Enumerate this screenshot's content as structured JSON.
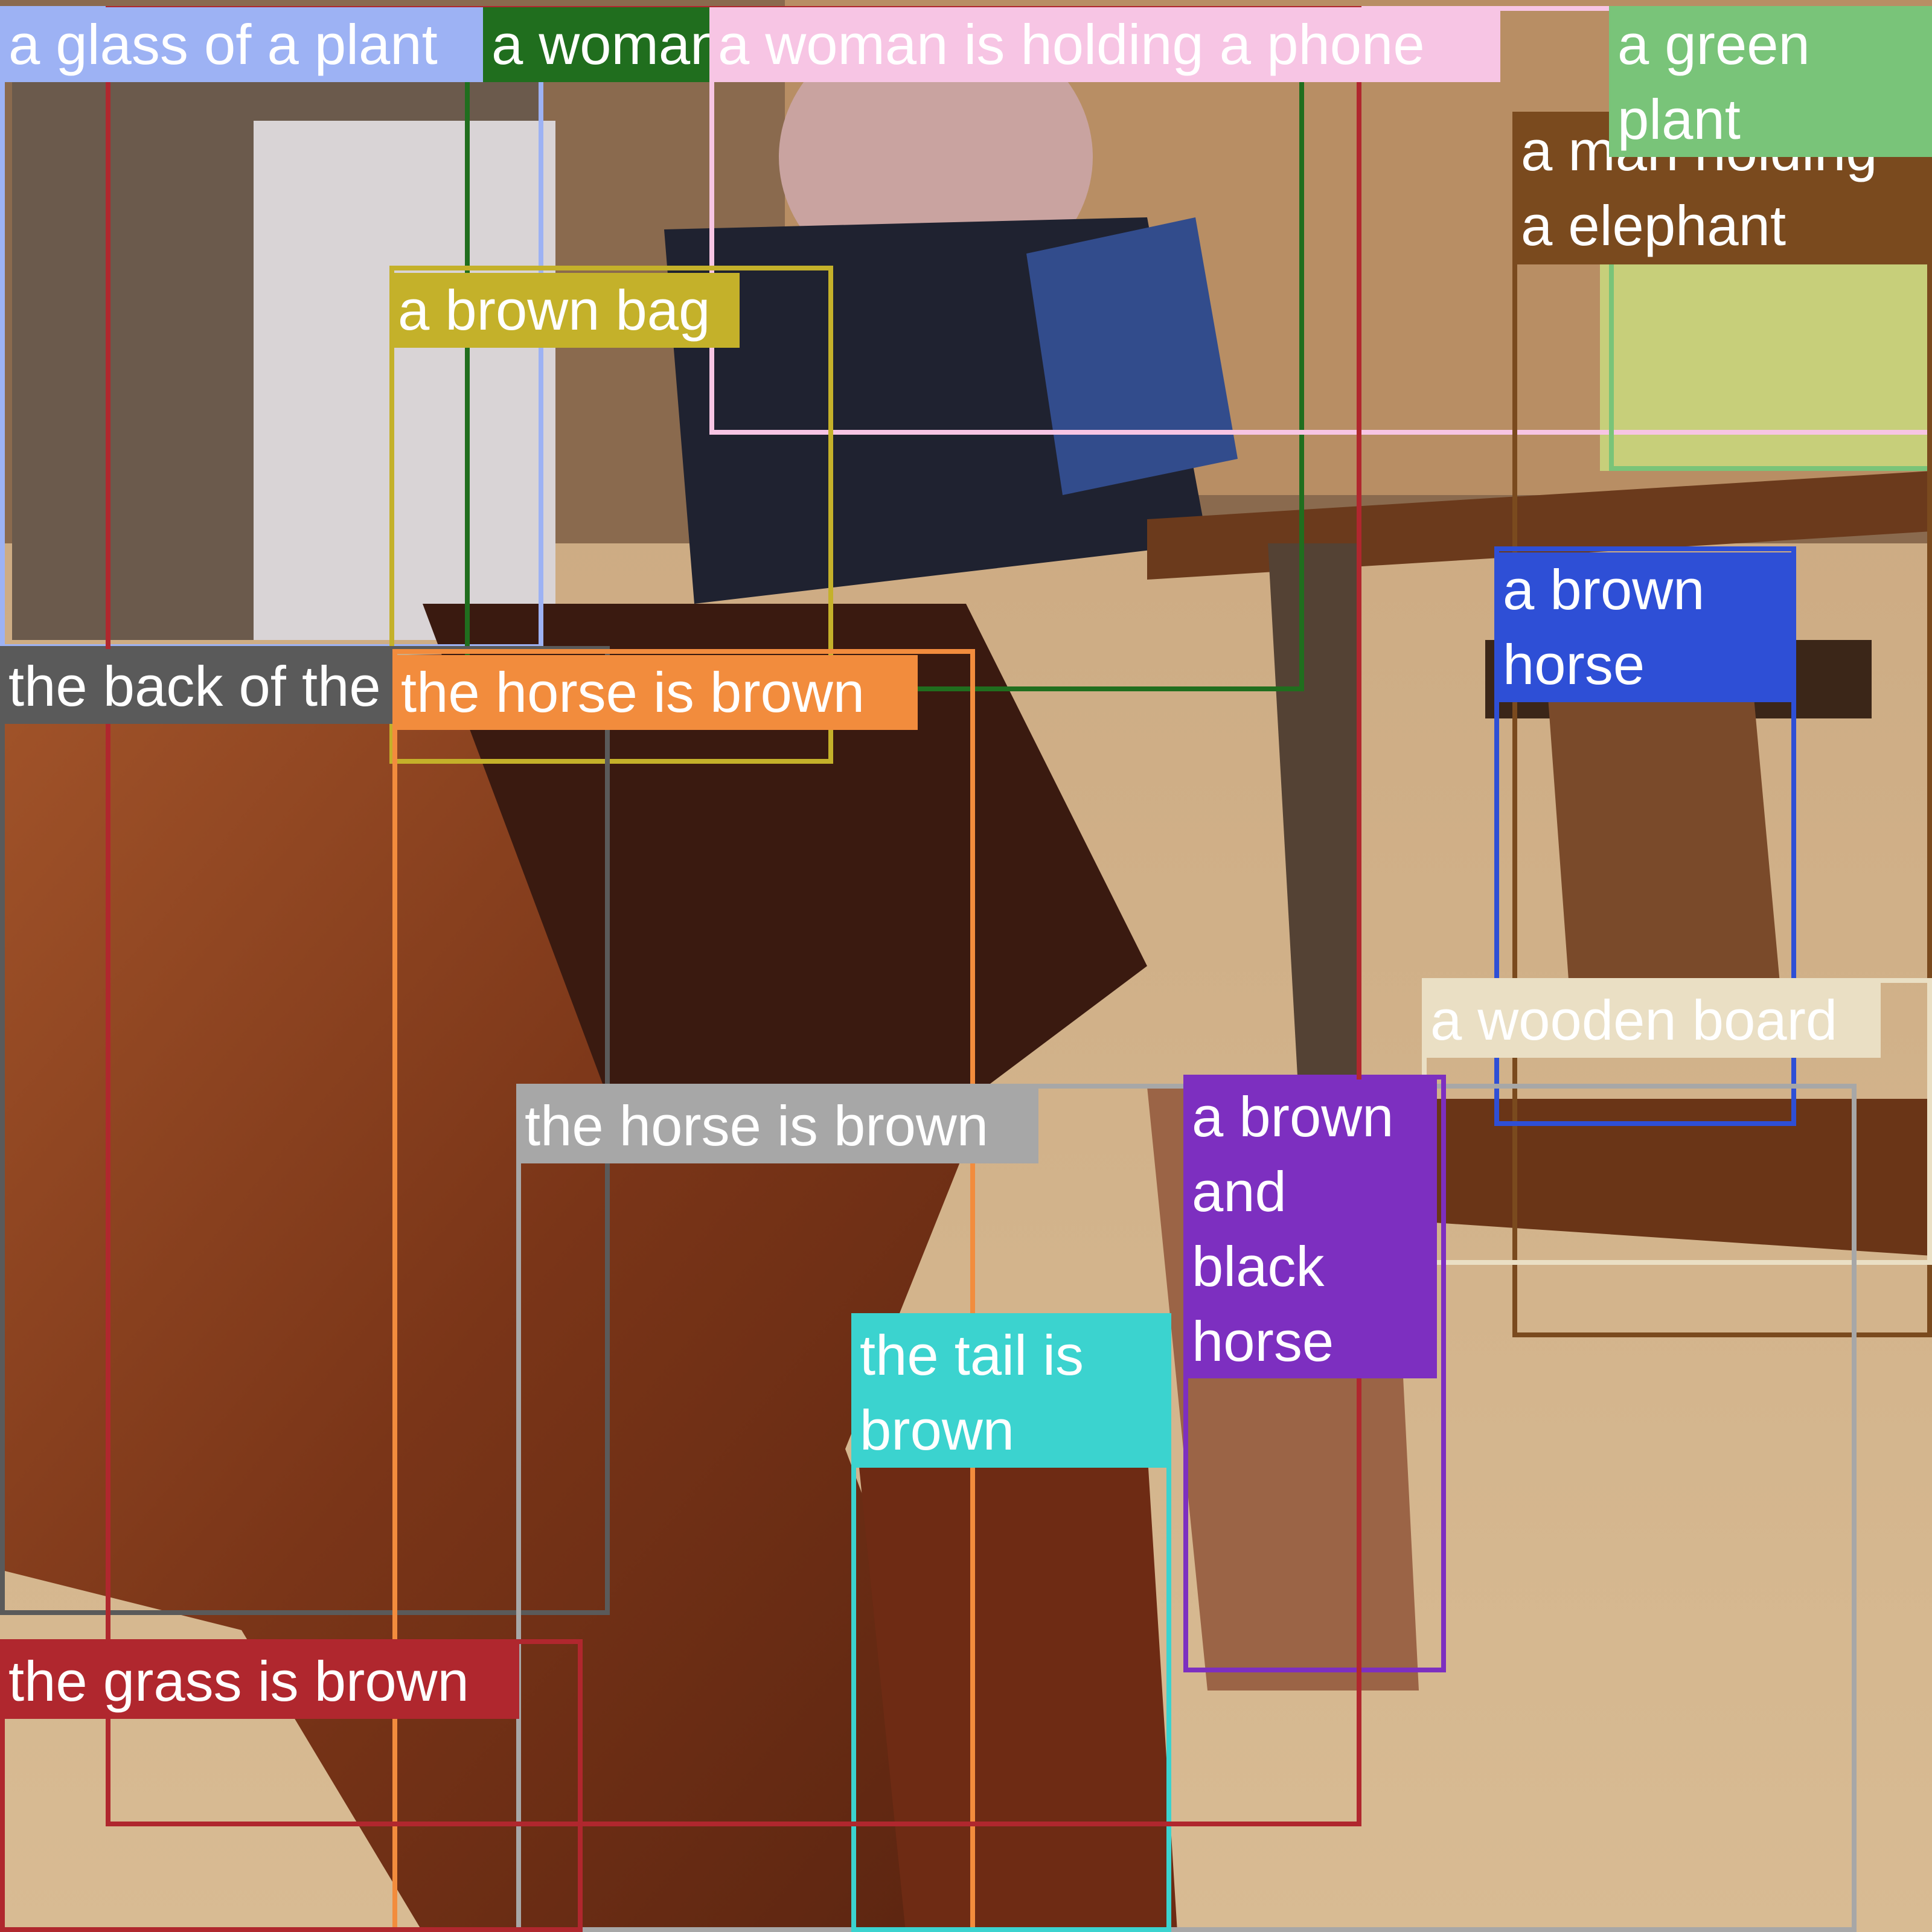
{
  "image": {
    "description_free": true,
    "background_color": "#cda983"
  },
  "annotations": [
    {
      "label": "a glass of a plant",
      "color": "#9db2f4"
    },
    {
      "label": "a woman",
      "color": "#206e1e"
    },
    {
      "label": "a woman is holding a phone",
      "color": "#f7c5e4"
    },
    {
      "label": "a green plant",
      "color": "#79c479"
    },
    {
      "label": "a man holding a elephant",
      "color": "#7a4a1e"
    },
    {
      "label": "a brown bag",
      "color": "#c4b12a"
    },
    {
      "label": "the back of the",
      "color": "#5a5a5a"
    },
    {
      "label": "the horse is brown",
      "color": "#f28c3d"
    },
    {
      "label": "a brown horse",
      "color": "#2e4fd6"
    },
    {
      "label": "a wooden board",
      "color": "#eadfc4"
    },
    {
      "label": "the horse is brown",
      "color": "#a7a7a7"
    },
    {
      "label": "a brown and black horse",
      "color": "#7d2fc0"
    },
    {
      "label": "the tail is brown",
      "color": "#3bd3cf"
    },
    {
      "label": "the grass is brown",
      "color": "#b0272e"
    }
  ]
}
